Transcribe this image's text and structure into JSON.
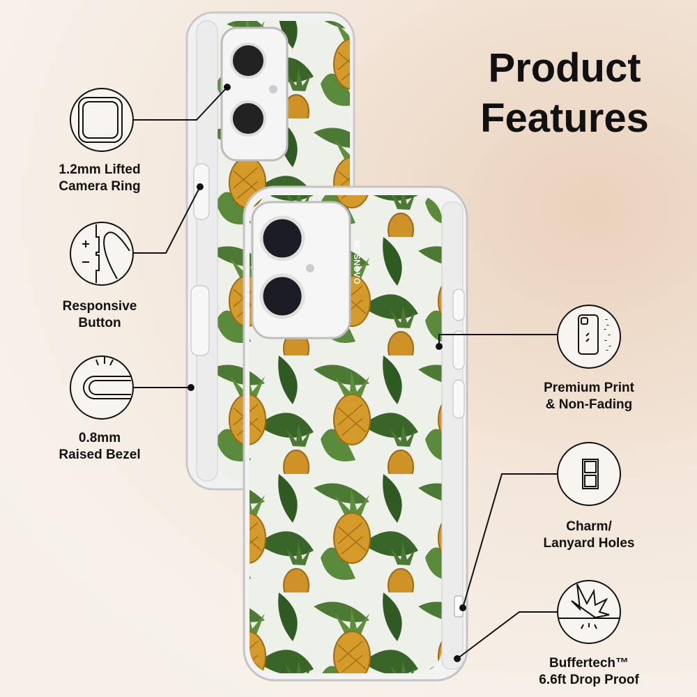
{
  "title": {
    "line1": "Product",
    "line2": "Features"
  },
  "brand": "MOSNOVO",
  "features": [
    {
      "icon": "camera-ring-icon",
      "line1": "1.2mm Lifted",
      "line2": "Camera Ring"
    },
    {
      "icon": "button-press-icon",
      "line1": "Responsive",
      "line2": "Button"
    },
    {
      "icon": "raised-bezel-icon",
      "line1": "0.8mm",
      "line2": "Raised Bezel"
    },
    {
      "icon": "print-quality-icon",
      "line1": "Premium Print",
      "line2": "& Non-Fading"
    },
    {
      "icon": "lanyard-holes-icon",
      "line1": "Charm/",
      "line2": "Lanyard Holes"
    },
    {
      "icon": "drop-proof-icon",
      "line1": "Buffertech™",
      "line2": "6.6ft Drop Proof"
    }
  ],
  "colors": {
    "leaf": "#3f6b2e",
    "pineapple": "#d49a2a",
    "ink": "#111111"
  }
}
